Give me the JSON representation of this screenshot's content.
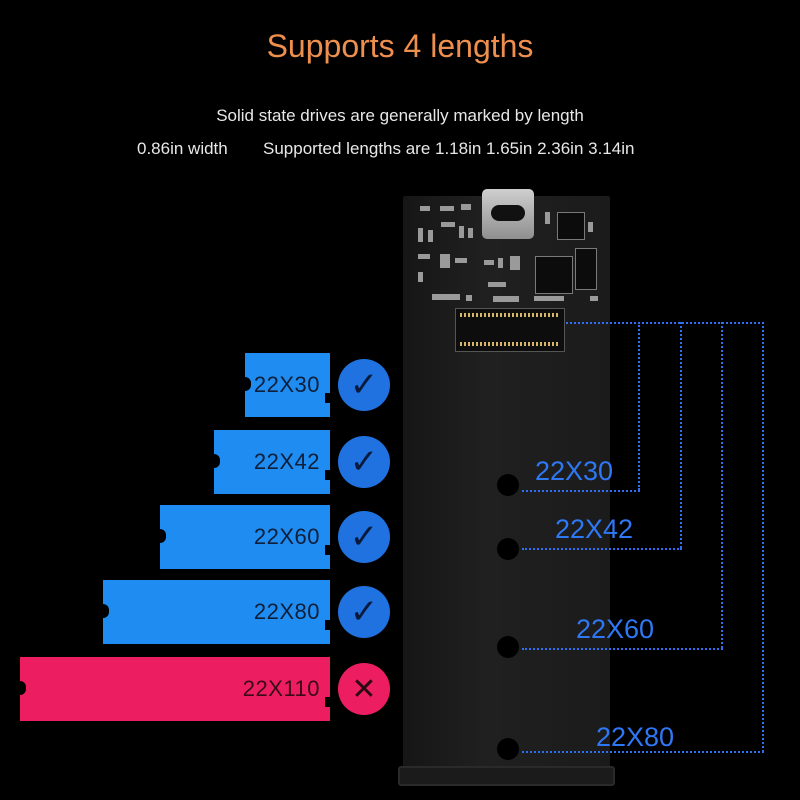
{
  "header": {
    "title": "Supports 4 lengths",
    "line1": "Solid state drives are generally marked by length",
    "width_text": "0.86in width",
    "lengths_text": "Supported lengths are 1.18in 1.65in 2.36in 3.14in"
  },
  "cards": [
    {
      "label": "22X30",
      "supported": true,
      "icon": "check-icon",
      "glyph": "✓"
    },
    {
      "label": "22X42",
      "supported": true,
      "icon": "check-icon",
      "glyph": "✓"
    },
    {
      "label": "22X60",
      "supported": true,
      "icon": "check-icon",
      "glyph": "✓"
    },
    {
      "label": "22X80",
      "supported": true,
      "icon": "check-icon",
      "glyph": "✓"
    },
    {
      "label": "22X110",
      "supported": false,
      "icon": "cross-icon",
      "glyph": "✕"
    }
  ],
  "enclosure_labels": [
    "22X30",
    "22X42",
    "22X60",
    "22X80"
  ],
  "colors": {
    "title": "#ef8f4e",
    "supported_card": "#1f8cf2",
    "unsupported_card": "#ec1e61",
    "guide_line": "#2f6ff0"
  }
}
